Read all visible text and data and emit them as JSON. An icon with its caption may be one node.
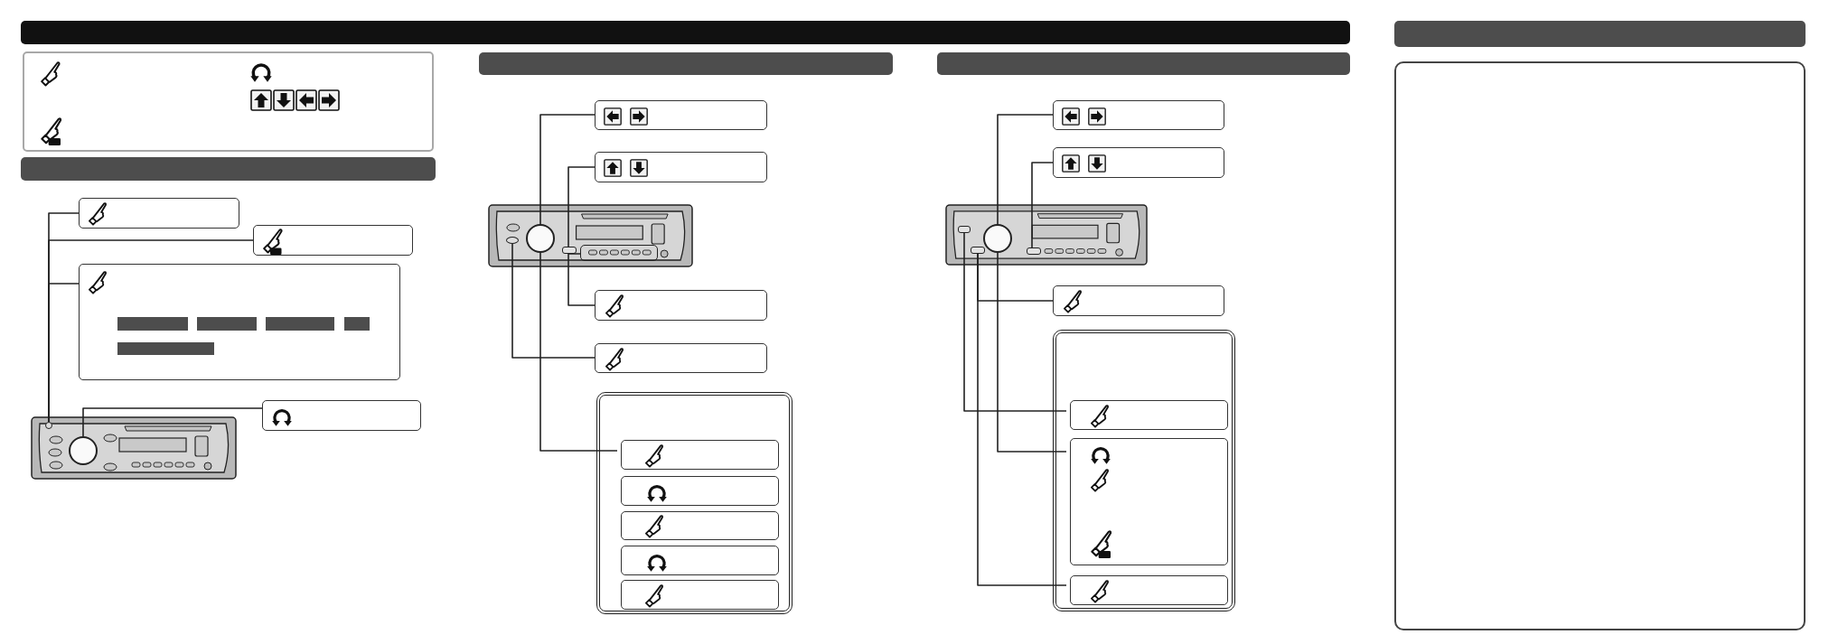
{
  "diagram": {
    "nodes": [
      {
        "text": [],
        "shape": "bar"
      },
      {
        "text": [],
        "shape": "bar"
      },
      {
        "text": [],
        "shape": "box"
      },
      {
        "text": [],
        "shape": "bar"
      },
      {
        "text": [],
        "shape": "box"
      },
      {
        "text": [],
        "shape": "box"
      },
      {
        "text": [],
        "shape": "box"
      },
      {
        "text": [],
        "shape": "bar",
        "in": 6
      },
      {
        "text": [],
        "shape": "bar",
        "in": 6
      },
      {
        "text": [],
        "shape": "bar",
        "in": 6
      },
      {
        "text": [],
        "shape": "bar",
        "in": 6
      },
      {
        "text": [],
        "shape": "bar",
        "in": 6
      },
      {
        "text": [],
        "shape": "box"
      },
      {
        "text": [],
        "shape": "picture"
      },
      {
        "text": [],
        "shape": "circle",
        "in": 13
      },
      {
        "text": [],
        "shape": "circle",
        "in": 13
      },
      {
        "text": [],
        "shape": "bar"
      },
      {
        "text": [],
        "shape": "box"
      },
      {
        "text": [],
        "shape": "box"
      },
      {
        "text": [],
        "shape": "picture"
      },
      {
        "text": [],
        "shape": "circle",
        "in": 19
      },
      {
        "text": [],
        "shape": "box",
        "in": 19
      },
      {
        "text": [],
        "shape": "box",
        "in": 19
      },
      {
        "text": [],
        "shape": "circle",
        "in": 19
      },
      {
        "text": [],
        "shape": "box"
      },
      {
        "text": [],
        "shape": "box"
      },
      {
        "text": [],
        "shape": "box"
      },
      {
        "text": [],
        "shape": "box",
        "in": 26
      },
      {
        "text": [],
        "shape": "box",
        "in": 26
      },
      {
        "text": [],
        "shape": "box",
        "in": 26
      },
      {
        "text": [],
        "shape": "box",
        "in": 26
      },
      {
        "text": [],
        "shape": "box",
        "in": 26
      },
      {
        "text": [],
        "shape": "bar"
      },
      {
        "text": [],
        "shape": "box"
      },
      {
        "text": [],
        "shape": "box"
      },
      {
        "text": [],
        "shape": "picture"
      },
      {
        "text": [],
        "shape": "circle",
        "in": 35
      },
      {
        "text": [],
        "shape": "box",
        "in": 35
      },
      {
        "text": [],
        "shape": "box",
        "in": 35
      },
      {
        "text": [],
        "shape": "box",
        "in": 35
      },
      {
        "text": [],
        "shape": "box"
      },
      {
        "text": [],
        "shape": "box"
      },
      {
        "text": [],
        "shape": "box",
        "in": 41
      },
      {
        "text": [],
        "shape": "box",
        "in": 41
      },
      {
        "text": [],
        "shape": "box",
        "in": 41
      },
      {
        "text": [],
        "shape": "box"
      }
    ],
    "edges": [
      {
        "from": 4,
        "to": 14,
        "arrow": "none"
      },
      {
        "from": 5,
        "to": 14,
        "arrow": "none"
      },
      {
        "from": 6,
        "to": 14,
        "arrow": "none"
      },
      {
        "from": 12,
        "to": 15,
        "arrow": "none"
      },
      {
        "from": 17,
        "to": 20,
        "arrow": "none"
      },
      {
        "from": 18,
        "to": 21,
        "arrow": "none"
      },
      {
        "from": 24,
        "to": 22,
        "arrow": "none"
      },
      {
        "from": 25,
        "to": 23,
        "arrow": "none"
      },
      {
        "from": 27,
        "to": 20,
        "arrow": "none"
      },
      {
        "from": 33,
        "to": 36,
        "arrow": "none"
      },
      {
        "from": 34,
        "to": 37,
        "arrow": "none"
      },
      {
        "from": 40,
        "to": 38,
        "arrow": "none"
      },
      {
        "from": 42,
        "to": 39,
        "arrow": "none"
      },
      {
        "from": 43,
        "to": 36,
        "arrow": "none"
      },
      {
        "from": 44,
        "to": 38,
        "arrow": "none"
      }
    ]
  }
}
